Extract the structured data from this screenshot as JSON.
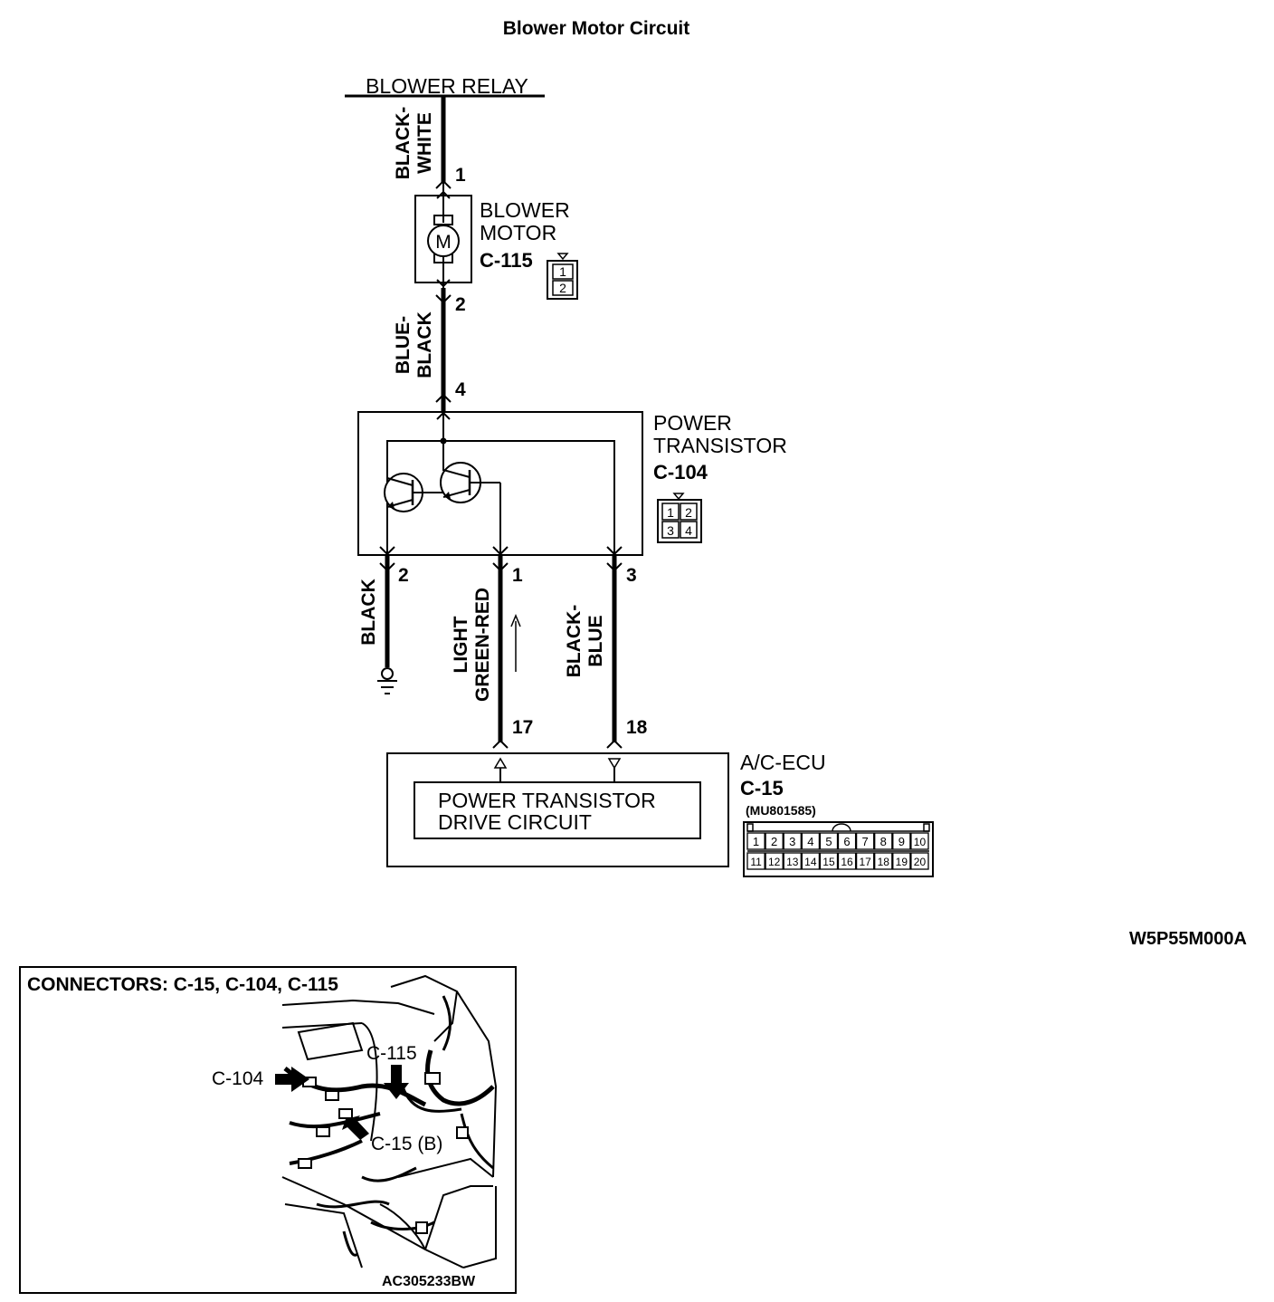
{
  "title": "Blower Motor Circuit",
  "blower_relay": {
    "label": "BLOWER RELAY"
  },
  "wires": {
    "relay_to_motor": {
      "line1": "BLACK-",
      "line2": "WHITE"
    },
    "motor_to_transistor": {
      "line1": "BLUE-",
      "line2": "BLACK"
    },
    "transistor_to_ground": {
      "line1": "BLACK"
    },
    "transistor_to_ecu_17": {
      "line1": "LIGHT",
      "line2": "GREEN-RED"
    },
    "transistor_to_ecu_18": {
      "line1": "BLACK-",
      "line2": "BLUE"
    }
  },
  "blower_motor": {
    "line1": "BLOWER",
    "line2": "MOTOR",
    "connector": "C-115",
    "symbol": "M",
    "pin_top": "1",
    "pin_bottom": "2",
    "connector_pins": [
      "1",
      "2"
    ]
  },
  "power_transistor": {
    "line1": "POWER",
    "line2": "TRANSISTOR",
    "connector": "C-104",
    "pin_top": "4",
    "pin_left": "2",
    "pin_mid": "1",
    "pin_right": "3",
    "connector_pins": [
      "1",
      "2",
      "3",
      "4"
    ]
  },
  "ac_ecu": {
    "line1": "A/C-ECU",
    "connector": "C-15",
    "part_number": "(MU801585)",
    "pin_left": "17",
    "pin_right": "18",
    "inner_line1": "POWER TRANSISTOR",
    "inner_line2": "DRIVE CIRCUIT",
    "connector_pins_row1": [
      "1",
      "2",
      "3",
      "4",
      "5",
      "6",
      "7",
      "8",
      "9",
      "10"
    ],
    "connector_pins_row2": [
      "11",
      "12",
      "13",
      "14",
      "15",
      "16",
      "17",
      "18",
      "19",
      "20"
    ]
  },
  "diagram_code": "W5P55M000A",
  "connectors_panel": {
    "heading": "CONNECTORS: C-15, C-104, C-115",
    "label_c104": "C-104",
    "label_c115": "C-115",
    "label_c15": "C-15 (B)",
    "code": "AC305233BW"
  }
}
